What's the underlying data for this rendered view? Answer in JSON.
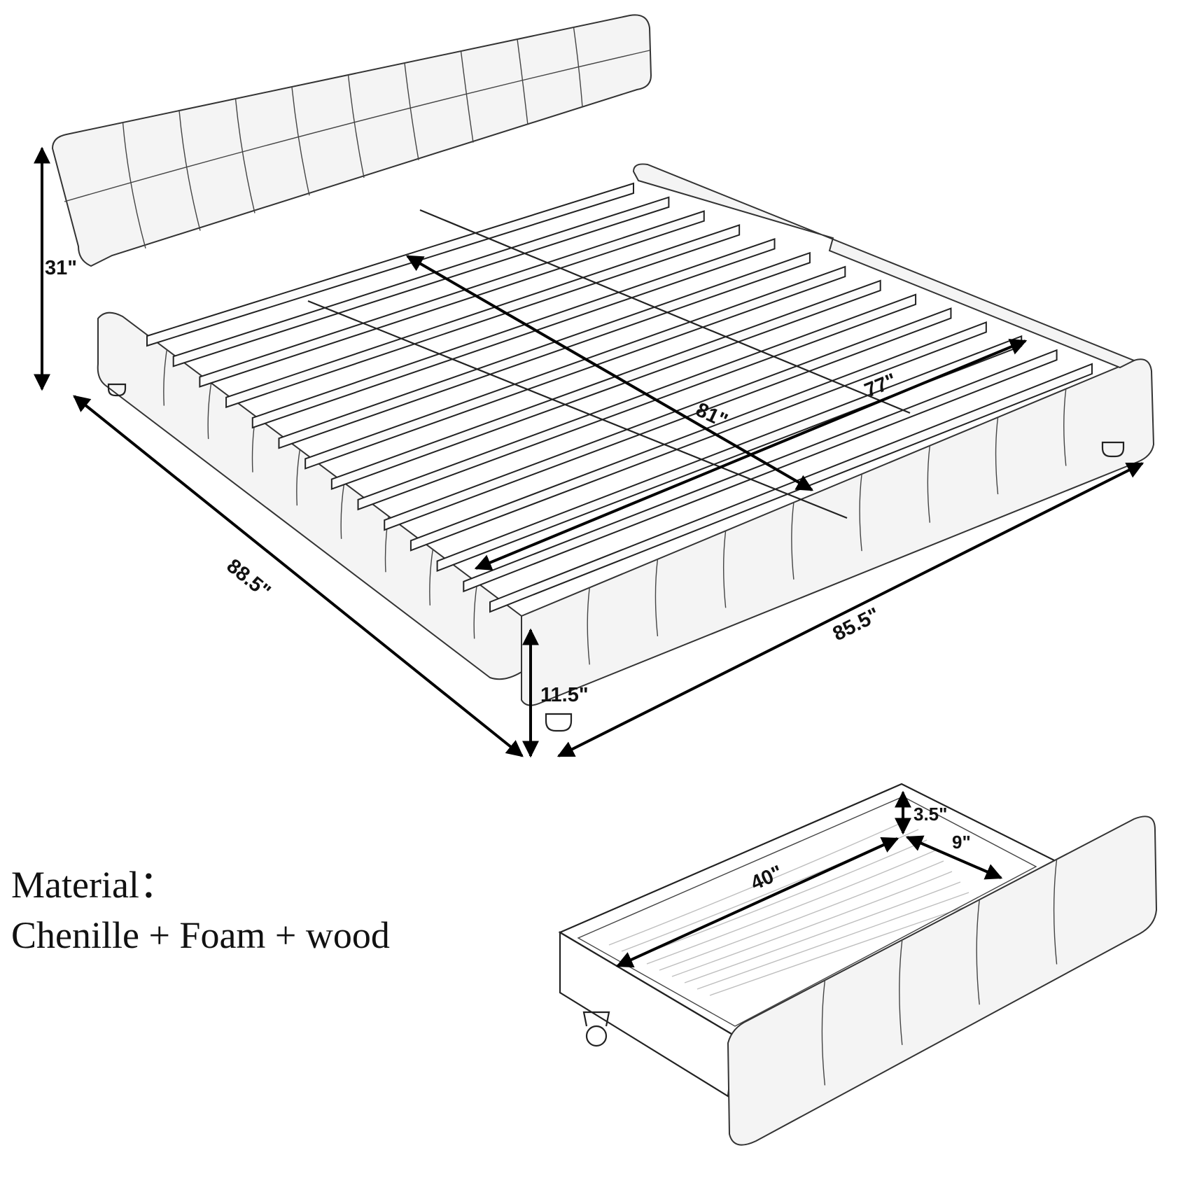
{
  "bed": {
    "dimensions": {
      "headboard_height": "31\"",
      "length": "88.5\"",
      "width": "85.5\"",
      "diagonal": "81\"",
      "inner_width": "77\"",
      "side_height": "11.5\""
    },
    "slat_count": 14,
    "rail_pad_count": 9
  },
  "drawer": {
    "dimensions": {
      "height": "3.5\"",
      "depth": "9\"",
      "length": "40\""
    }
  },
  "material": {
    "label": "Material：",
    "value": "Chenille + Foam + wood"
  },
  "colors": {
    "line": "#222222",
    "arrow": "#000000",
    "fabric": "#f4f4f4"
  }
}
